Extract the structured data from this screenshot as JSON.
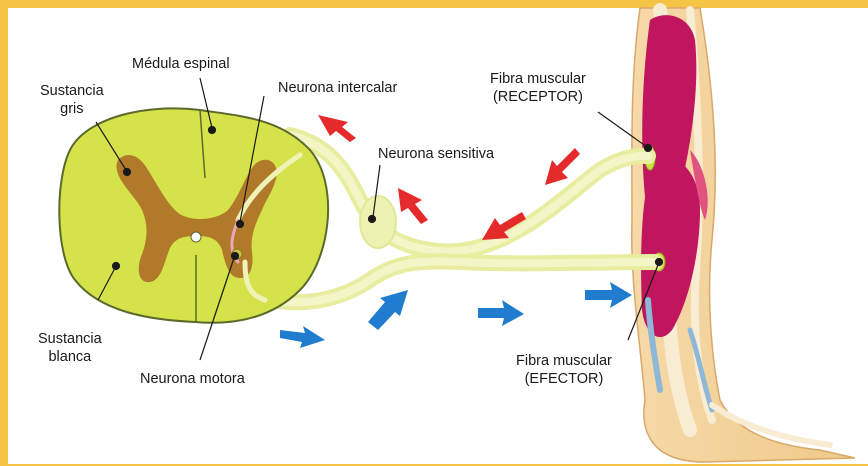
{
  "labels": {
    "medula": "Médula espinal",
    "gris": [
      "Sustancia",
      "gris"
    ],
    "intercalar": "Neurona intercalar",
    "sensitiva": "Neurona sensitiva",
    "receptor": [
      "Fibra muscular",
      "(RECEPTOR)"
    ],
    "blanca": [
      "Sustancia",
      "blanca"
    ],
    "motora": "Neurona motora",
    "efector": [
      "Fibra muscular",
      "(EFECTOR)"
    ]
  },
  "colors": {
    "frame": "#f6c445",
    "white_matter": "#d6e24a",
    "gray_matter": "#b07a2a",
    "nerve": "#eef2b0",
    "muscle": "#c0155f",
    "bone": "#f3ddb0",
    "sensory_arrow": "#e42a2a",
    "motor_arrow": "#1f7ccf"
  }
}
